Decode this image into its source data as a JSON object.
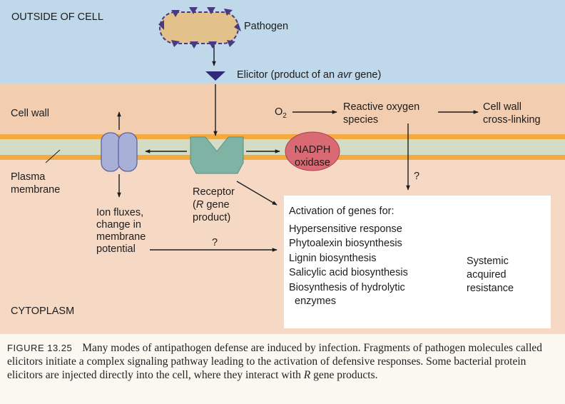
{
  "regions": {
    "outside": "OUTSIDE OF CELL",
    "cell_wall": "Cell wall",
    "plasma_membrane_line1": "Plasma",
    "plasma_membrane_line2": "membrane",
    "cytoplasm": "CYTOPLASM"
  },
  "labels": {
    "pathogen": "Pathogen",
    "elicitor_prefix": "Elicitor (product of an ",
    "elicitor_gene": "avr",
    "elicitor_suffix": " gene)",
    "o2": "O",
    "o2_sub": "2",
    "ros_line1": "Reactive oxygen",
    "ros_line2": "species",
    "crosslink_line1": "Cell wall",
    "crosslink_line2": "cross-linking",
    "nadph_line1": "NADPH",
    "nadph_line2": "oxidase",
    "q1": "?",
    "q2": "?",
    "receptor_line1": "Receptor",
    "receptor_line2_prefix": "(",
    "receptor_line2_gene": "R",
    "receptor_line2_suffix": " gene",
    "receptor_line3": "product)",
    "ion_line1": "Ion fluxes,",
    "ion_line2": "change in",
    "ion_line3": "membrane",
    "ion_line4": "potential",
    "activation_title": "Activation of genes for:",
    "genes": [
      "Hypersensitive response",
      "Phytoalexin biosynthesis",
      "Lignin biosynthesis",
      "Salicylic acid biosynthesis",
      "Biosynthesis of hydrolytic",
      "enzymes"
    ],
    "sar_line1": "Systemic",
    "sar_line2": "acquired",
    "sar_line3": "resistance"
  },
  "caption": {
    "label": "FIGURE 13.25",
    "text": "Many modes of antipathogen defense are induced by infection. Fragments of pathogen molecules called elicitors initiate a complex signaling pathway leading to the activation of defensive responses. Some bacterial protein elicitors are injected directly into the cell, where they interact with ",
    "gene": "R",
    "tail": " gene products."
  },
  "colors": {
    "outside": "#bfd8ea",
    "cell_wall": "#f3cdb0",
    "membrane_band": "#f2ab40",
    "membrane_core": "#d4dcc6",
    "cytoplasm": "#f6d9c4",
    "receptor": "#7fb4a5",
    "nadph": "#d96a74",
    "channel": "#a9b0d8",
    "pathogen": "#e2c28a",
    "spike": "#4a3a82"
  }
}
